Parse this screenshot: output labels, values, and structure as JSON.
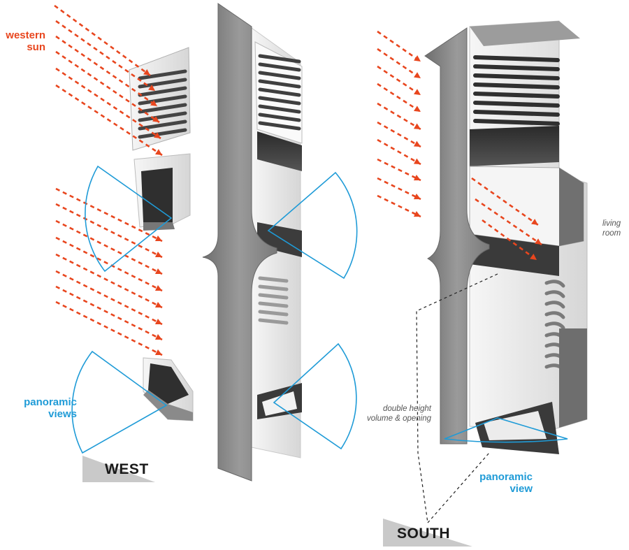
{
  "labels": {
    "western_sun_line1": "western",
    "western_sun_line2": "sun",
    "panoramic_views_line1": "panoramic",
    "panoramic_views_line2": "views",
    "west": "WEST",
    "south": "SOUTH",
    "living_room_line1": "living",
    "living_room_line2": "room",
    "double_height_line1": "double height",
    "double_height_line2": "volume & opening",
    "panoramic_view_line1": "panoramic",
    "panoramic_view_line2": "view"
  },
  "colors": {
    "sun_arrow": "#e8461e",
    "view_cone": "#1f9bd7",
    "wall_shade": "#8a8a8a",
    "wall_dark": "#3c3c3c",
    "wall_light": "#e9e9e9",
    "label_text": "#1a1a1a"
  }
}
